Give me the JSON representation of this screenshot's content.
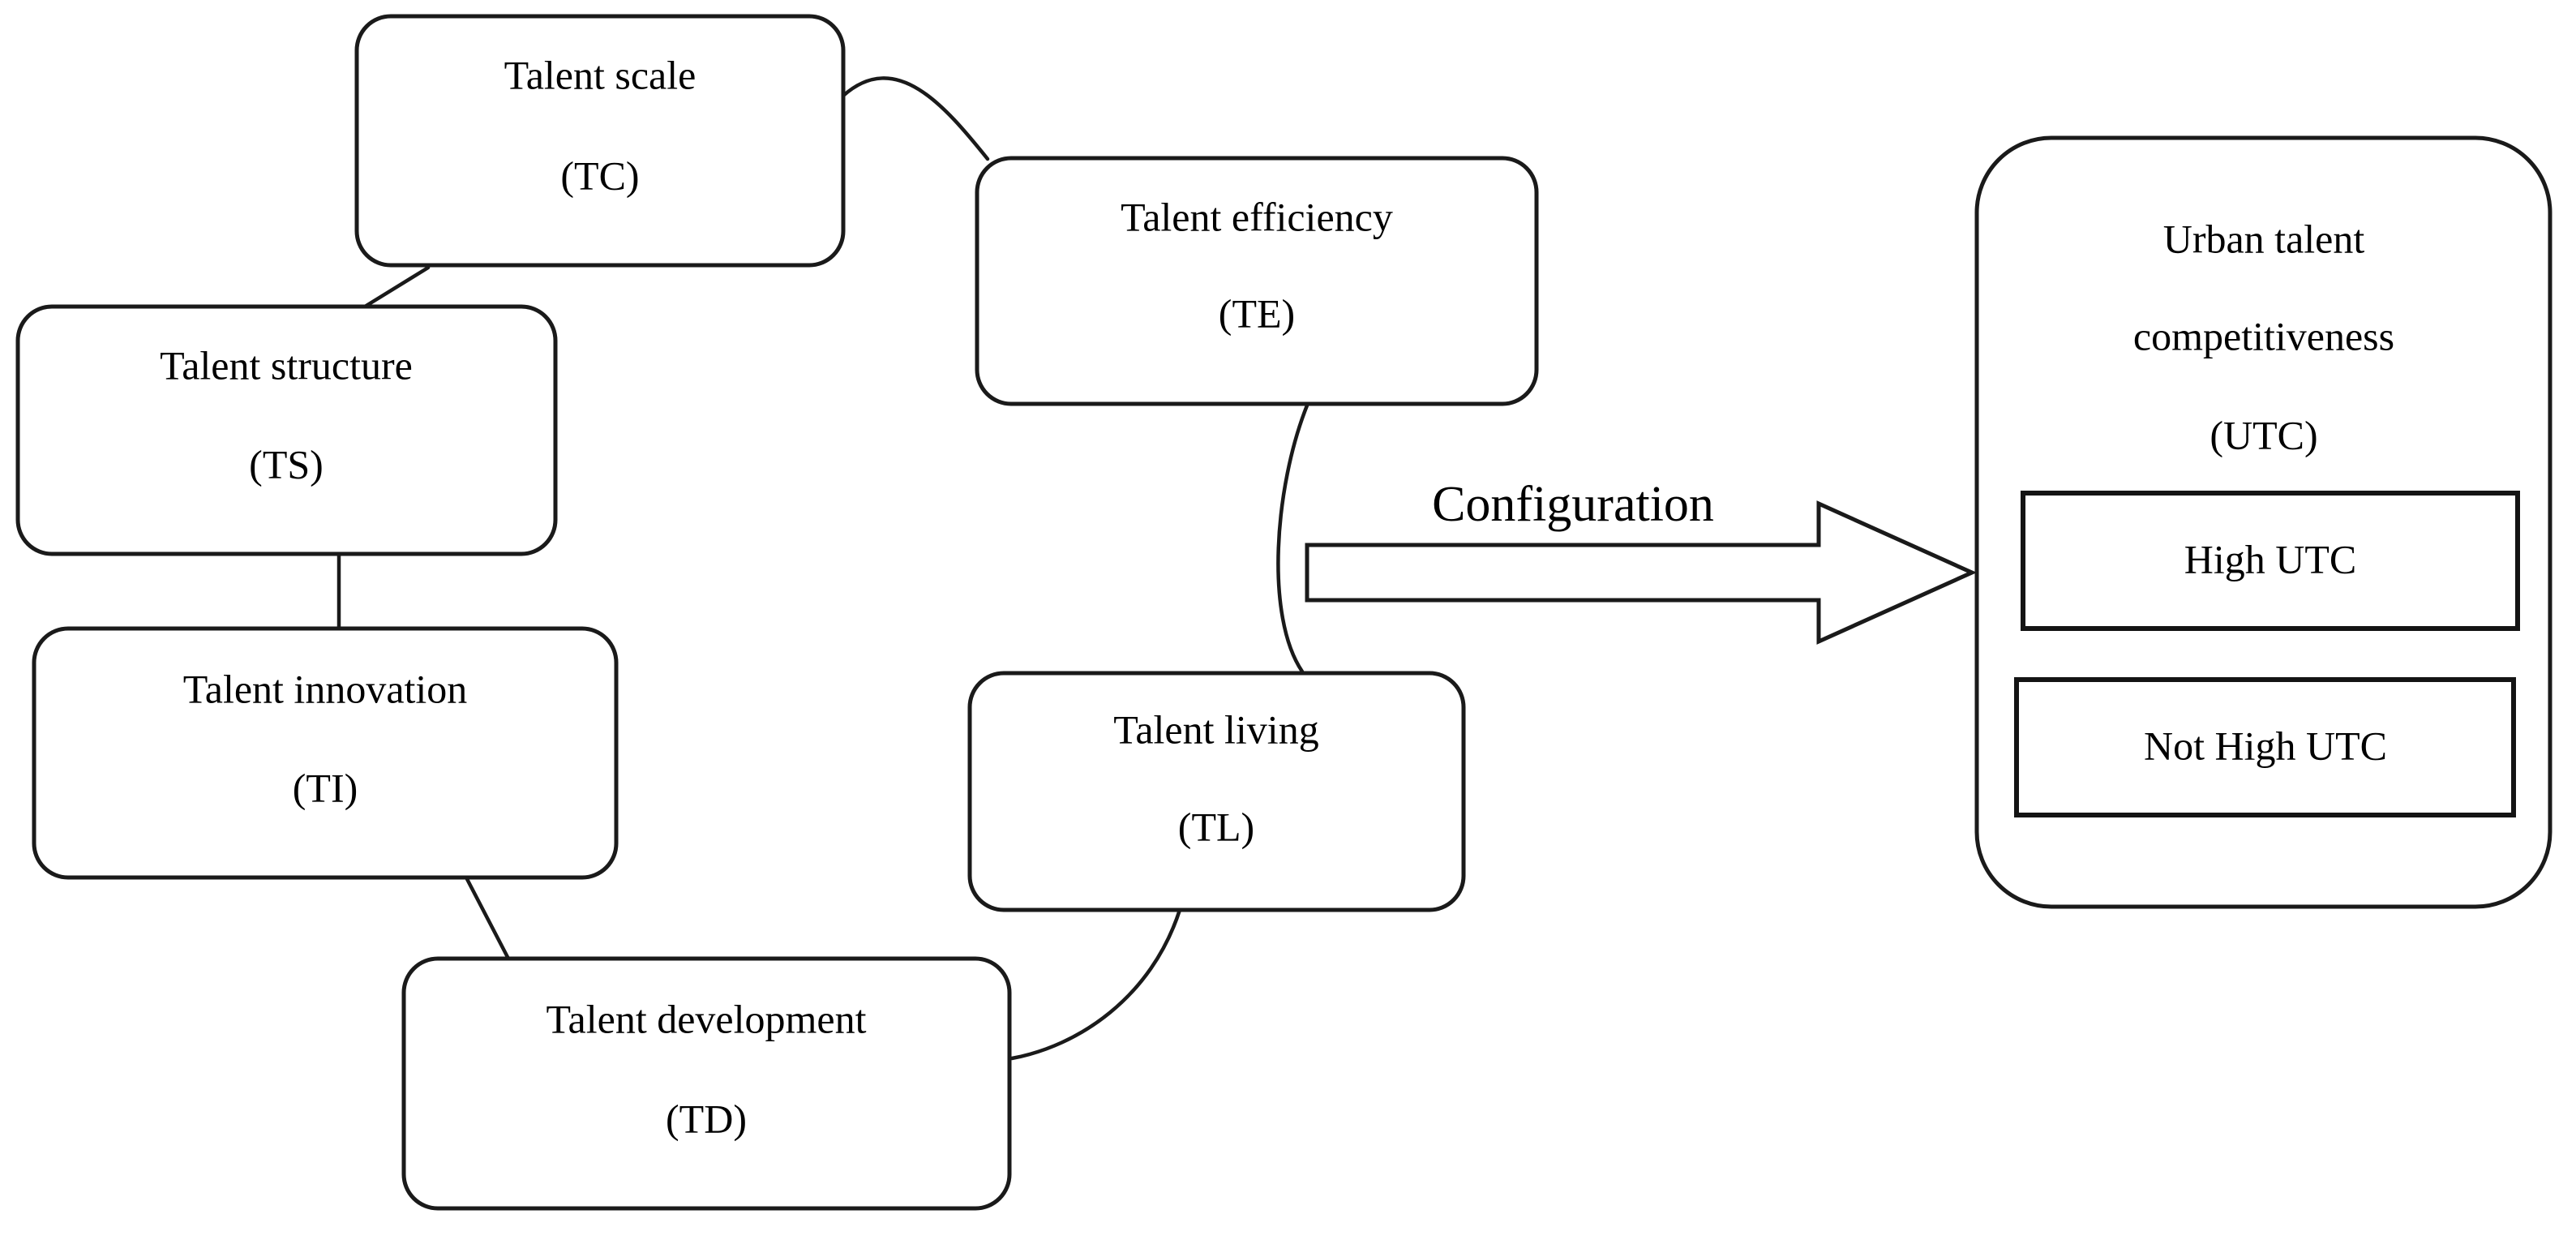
{
  "diagram": {
    "type": "flow-diagram",
    "background_color": "#ffffff",
    "stroke_color": "#1a1a1a",
    "text_color": "#000000",
    "dimension_nodes": [
      {
        "id": "TC",
        "name_line1": "Talent scale",
        "name_line2": "(TC)",
        "abbreviation": "TC"
      },
      {
        "id": "TS",
        "name_line1": "Talent structure",
        "name_line2": "(TS)",
        "abbreviation": "TS"
      },
      {
        "id": "TI",
        "name_line1": "Talent innovation",
        "name_line2": "(TI)",
        "abbreviation": "TI"
      },
      {
        "id": "TD",
        "name_line1": "Talent development",
        "name_line2": "(TD)",
        "abbreviation": "TD"
      },
      {
        "id": "TE",
        "name_line1": "Talent efficiency",
        "name_line2": "(TE)",
        "abbreviation": "TE"
      },
      {
        "id": "TL",
        "name_line1": "Talent living",
        "name_line2": "(TL)",
        "abbreviation": "TL"
      }
    ],
    "arrow": {
      "label": "Configuration",
      "direction": "right"
    },
    "outcome_panel": {
      "title_line1": "Urban talent",
      "title_line2": "competitiveness",
      "title_line3": "(UTC)",
      "abbreviation": "UTC",
      "outcomes": [
        {
          "label": "High UTC"
        },
        {
          "label": "Not High UTC"
        }
      ]
    },
    "connections": [
      {
        "from": "TC",
        "to": "TS"
      },
      {
        "from": "TS",
        "to": "TI"
      },
      {
        "from": "TI",
        "to": "TD"
      },
      {
        "from": "TD",
        "to": "TL"
      },
      {
        "from": "TL",
        "to": "TE"
      },
      {
        "from": "TE",
        "to": "TC"
      },
      {
        "from": "chain",
        "to": "UTC",
        "label": "Configuration"
      }
    ]
  }
}
